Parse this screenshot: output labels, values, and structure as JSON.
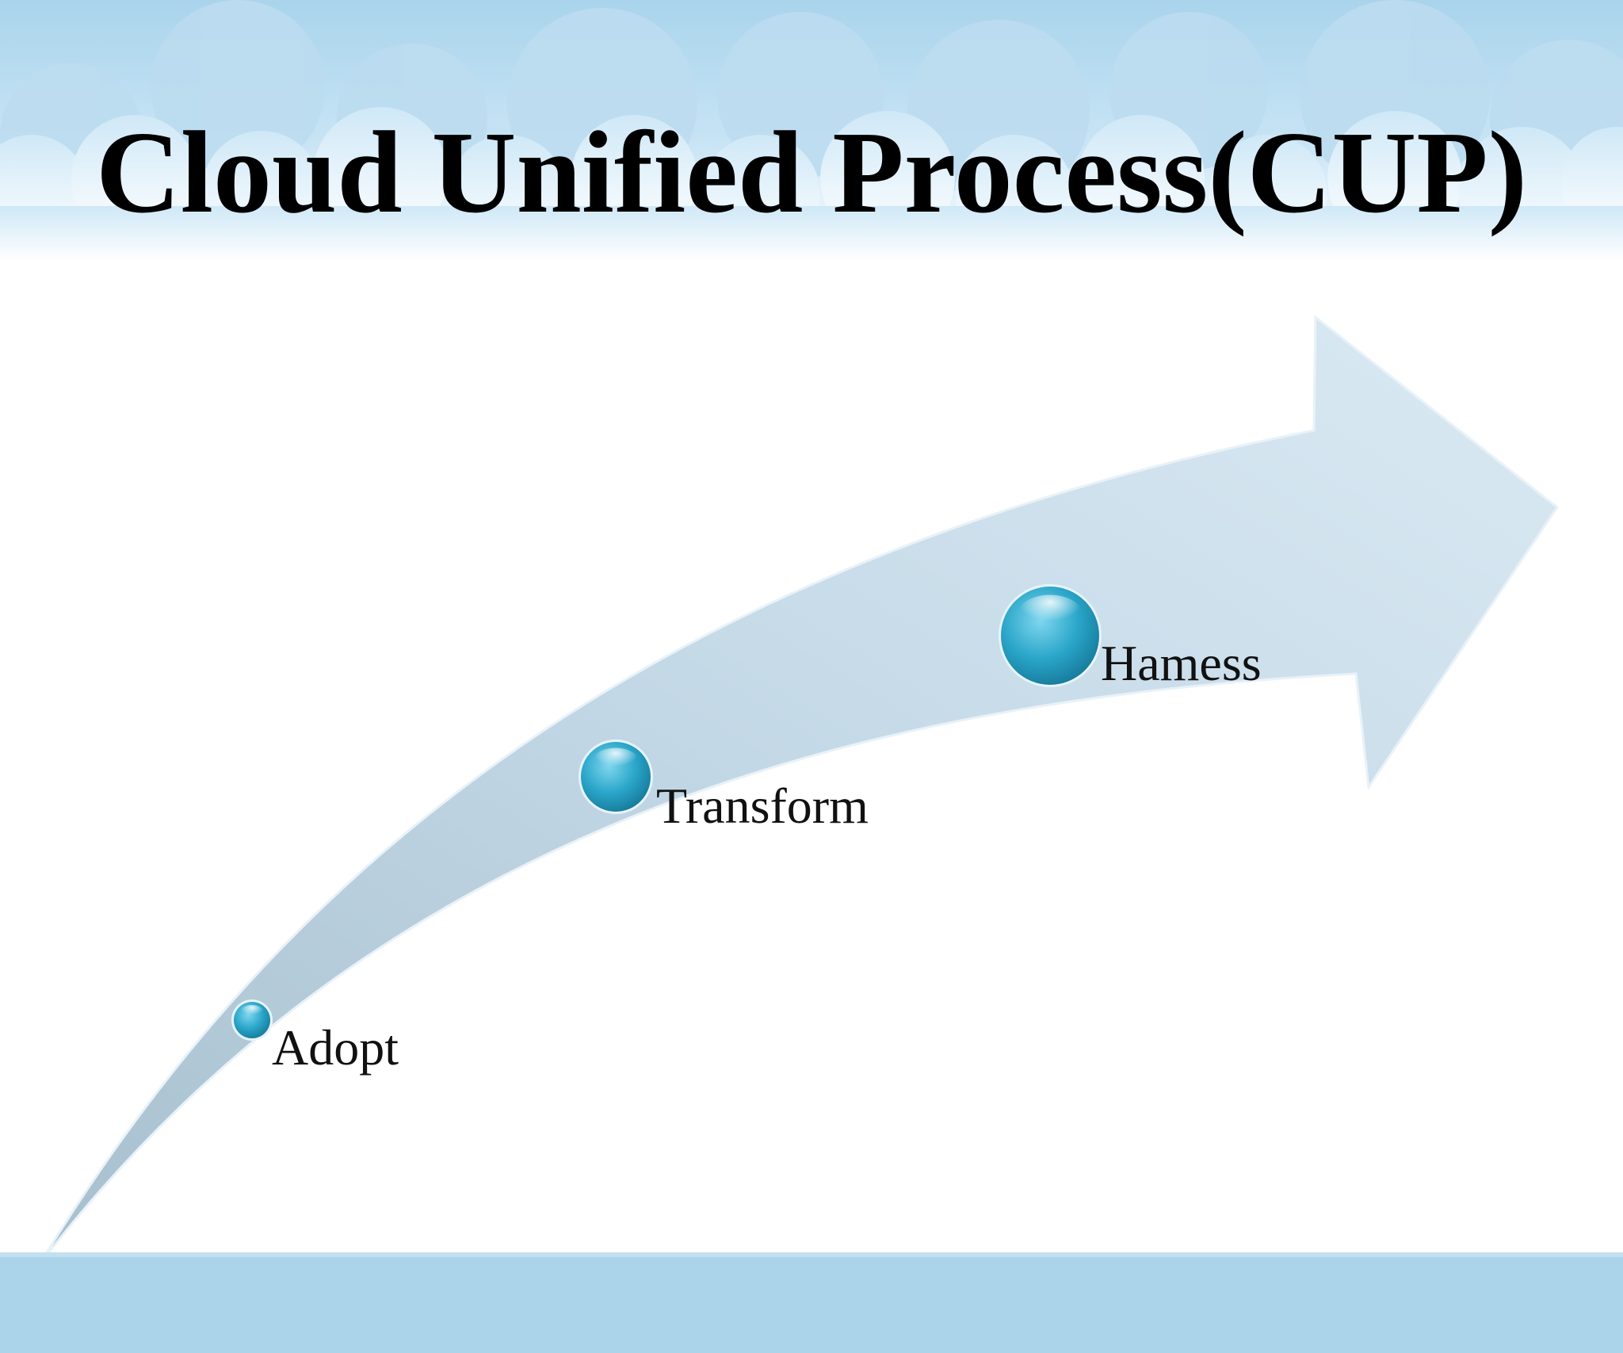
{
  "slide": {
    "title": "Cloud Unified Process(CUP)"
  },
  "diagram": {
    "type": "upward-arrow-process",
    "steps": [
      {
        "label": "Adopt",
        "size": "small"
      },
      {
        "label": "Transform",
        "size": "medium"
      },
      {
        "label": "Hamess",
        "size": "large"
      }
    ]
  },
  "colors": {
    "sky_top": "#a9d4ec",
    "sky_bottom": "#d6ecf8",
    "bottom_band": "#abd3ea",
    "arrow_light": "#d3e6f2",
    "arrow_dark": "#a7bfce",
    "bubble_core": "#2aa6c9",
    "bubble_light": "#7fd6ef",
    "title_text": "#000000",
    "label_text": "#111111"
  }
}
